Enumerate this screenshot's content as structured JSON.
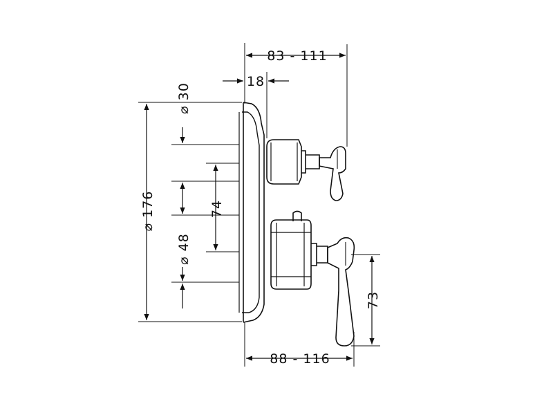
{
  "drawing": {
    "line_color": "#111111",
    "background": "#ffffff",
    "dimensions": {
      "top_total_depth": "83 - 111",
      "plate_depth": "18",
      "bottom_total_depth": "88 - 116",
      "plate_height": "⌀ 176",
      "upper_knob_diameter": "⌀ 30",
      "spacing": "74",
      "lower_knob_diameter": "⌀ 48",
      "lever_height": "73"
    }
  }
}
